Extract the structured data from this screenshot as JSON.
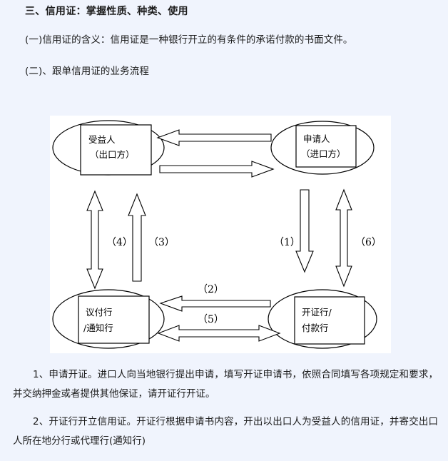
{
  "document": {
    "heading": "三、信用证：掌握性质、种类、使用",
    "paragraphs": {
      "definition": "(一)信用证的含义：信用证是一种银行开立的有条件的承诺付款的书面文件。",
      "process_title": "(二)、跟单信用证的业务流程"
    },
    "steps": [
      "1、申请开证。进口人向当地银行提出申请，填写开证申请书，依照合同填写各项规定和要求，并交纳押金或者提供其他保证，请开证行开证。",
      "2、开证行开立信用证。开证行根据申请书内容，开出以出口人为受益人的信用证，并寄交出口人所在地分行或代理行(通知行)"
    ]
  },
  "diagram": {
    "background": "#ffffff",
    "stroke": "#000000",
    "nodes": {
      "beneficiary": {
        "line1": "受益人",
        "line2": "（出口方）"
      },
      "applicant": {
        "line1": "申请人",
        "line2": "（进口方）"
      },
      "negotiating_bank": {
        "line1": "议付行",
        "line2": "/通知行"
      },
      "issuing_bank": {
        "line1": "开证行/",
        "line2": "付款行"
      }
    },
    "arrow_labels": {
      "a1": "（1）",
      "a2": "（2）",
      "a3": "（3）",
      "a4": "（4）",
      "a5": "（5）",
      "a6": "（6）"
    }
  }
}
